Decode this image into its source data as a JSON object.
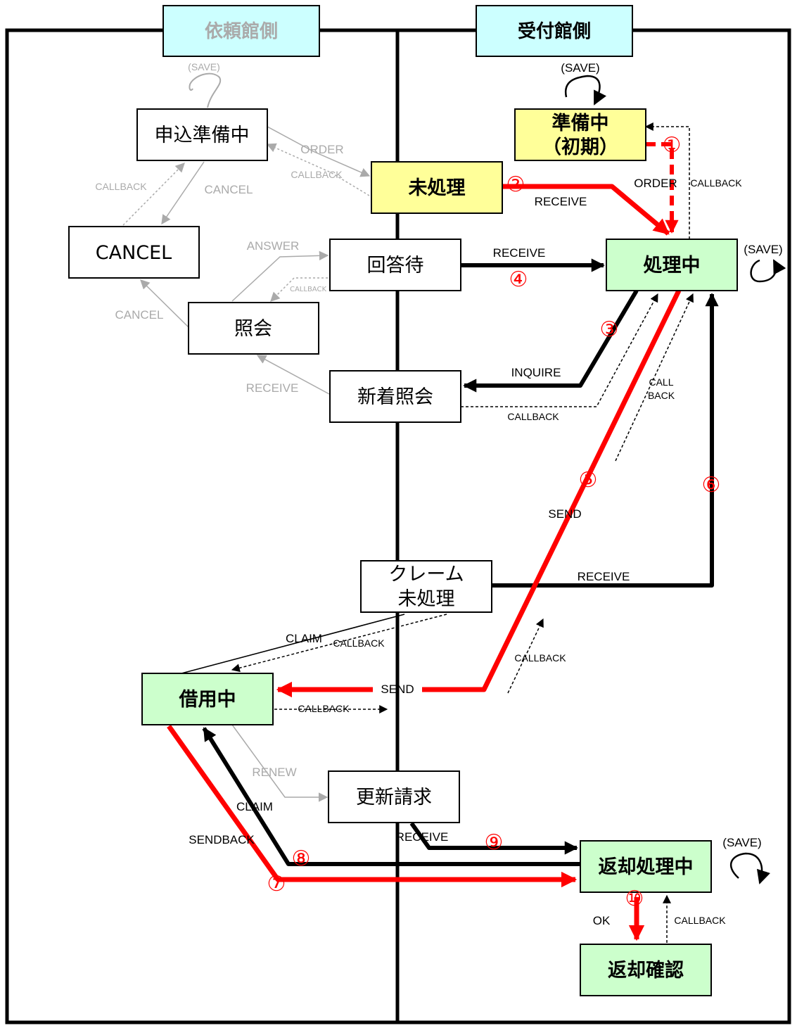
{
  "headers": {
    "left": "依頼館側",
    "right": "受付館側"
  },
  "nodes": {
    "moushikomi": "申込準備中",
    "cancel": "CANCEL",
    "shokai": "照会",
    "junbichu_1": "準備中",
    "junbichu_2": "（初期）",
    "mishori": "未処理",
    "kaitoumachi": "回答待",
    "shorichu": "処理中",
    "shinchaku_shokai": "新着照会",
    "claim_1": "クレーム",
    "claim_2": "未処理",
    "shakuyouchu": "借用中",
    "koushin_seikyu": "更新請求",
    "henkyaku_shorichu": "返却処理中",
    "henkyaku_kakunin": "返却確認"
  },
  "labels": {
    "save_left": "(SAVE)",
    "save_junbi": "(SAVE)",
    "save_shori": "(SAVE)",
    "save_henkyaku": "(SAVE)",
    "order_grey": "ORDER",
    "callback_grey_1": "CALLBACK",
    "callback_grey_2": "CALLBACK",
    "cancel_grey_1": "CANCEL",
    "answer_grey": "ANSWER",
    "callback_grey_3": "CALLBACK",
    "cancel_grey_2": "CANCEL",
    "receive_grey_1": "RECEIVE",
    "order": "ORDER",
    "callback_1": "CALLBACK",
    "receive_1": "RECEIVE",
    "receive_2": "RECEIVE",
    "inquire": "INQUIRE",
    "callback_2": "CALLBACK",
    "call_back_1": "CALL",
    "call_back_2": "BACK",
    "send_1": "SEND",
    "receive_3": "RECEIVE",
    "claim_grey": "CLAIM",
    "callback_3": "CALLBACK",
    "callback_4": "CALLBACK",
    "send_2": "SEND",
    "callback_5": "CALLBACK",
    "renew_grey": "RENEW",
    "claim_2": "CLAIM",
    "sendback": "SENDBACK",
    "receive_4": "RECEIVE",
    "ok": "OK",
    "callback_6": "CALLBACK"
  },
  "steps": [
    "①",
    "②",
    "③",
    "④",
    "⑤",
    "⑥",
    "⑦",
    "⑧",
    "⑨",
    "⑩"
  ],
  "colors": {
    "red": "#ff0000",
    "grey": "#aaaaaa",
    "yellow_fill": "#ffff99",
    "green_fill": "#ccffcc",
    "cyan_fill": "#ccffff"
  }
}
